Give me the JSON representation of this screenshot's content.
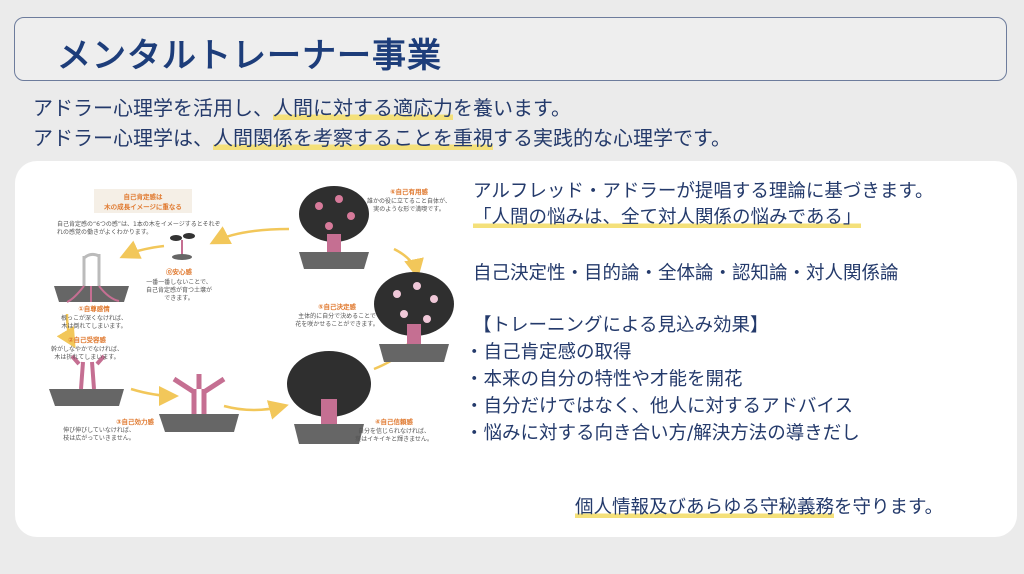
{
  "title": "メンタルトレーナー事業",
  "intro": {
    "line1": {
      "a": "アドラー心理学を活用し、",
      "b": "人間に対する適応力",
      "c": "を養います。"
    },
    "line2": {
      "a": "アドラー心理学は、",
      "b": "人間関係を考察することを重視",
      "c": "する実践的な心理学です。"
    }
  },
  "figure": {
    "heading": "自己肯定感は",
    "heading2": "木の成長イメージに重なる",
    "desc1": "自己肯定感の“6つの感”は、1本の木をイメージするとそれぞ",
    "desc2": "れの感覚の働きがよくわかります。",
    "stages": [
      {
        "label": "⓪安心感",
        "t1": "一番一番しないことで、",
        "t2": "自己肯定感が育つ土壌が",
        "t3": "できます。"
      },
      {
        "label": "①自尊感情",
        "t1": "根っこが深くなければ、",
        "t2": "木は倒れてしまいます。",
        "t3": ""
      },
      {
        "label": "②自己受容感",
        "t1": "幹がしなやかでなければ、",
        "t2": "木は折れてしまいます。",
        "t3": ""
      },
      {
        "label": "③自己効力感",
        "t1": "伸び伸びしていなければ、",
        "t2": "枝は広がっていきません。",
        "t3": ""
      },
      {
        "label": "④自己信頼感",
        "t1": "自分を信じられなければ、",
        "t2": "葉はイキイキと輝きません。",
        "t3": ""
      },
      {
        "label": "⑤自己決定感",
        "t1": "主体的に自分で決めることで",
        "t2": "花を咲かせることができます。",
        "t3": ""
      },
      {
        "label": "⑥自己有用感",
        "t1": "誰かの役に立てること自体が、",
        "t2": "実のような形で満喫です。",
        "t3": ""
      }
    ]
  },
  "right": {
    "l1": "アルフレッド・アドラーが提唱する理論に基づきます。",
    "l2": "「人間の悩みは、全て対人関係の悩みである」",
    "l3": "自己決定性・目的論・全体論・認知論・対人関係論",
    "l4": "【トレーニングによる見込み効果】",
    "bullets": [
      "・自己肯定感の取得",
      "・本来の自分の特性や才能を開花",
      "・自分だけではなく、他人に対するアドバイス",
      "・悩みに対する向き合い方/解決方法の導きだし"
    ],
    "bottom": {
      "a": "個人情報及びあらゆる守秘義務",
      "b": "を守ります。"
    }
  },
  "colors": {
    "navy": "#1d3d7a",
    "highlight": "#f4e07a",
    "arrow": "#f2c75a",
    "tree": "#c56f92",
    "soil": "#666666"
  }
}
